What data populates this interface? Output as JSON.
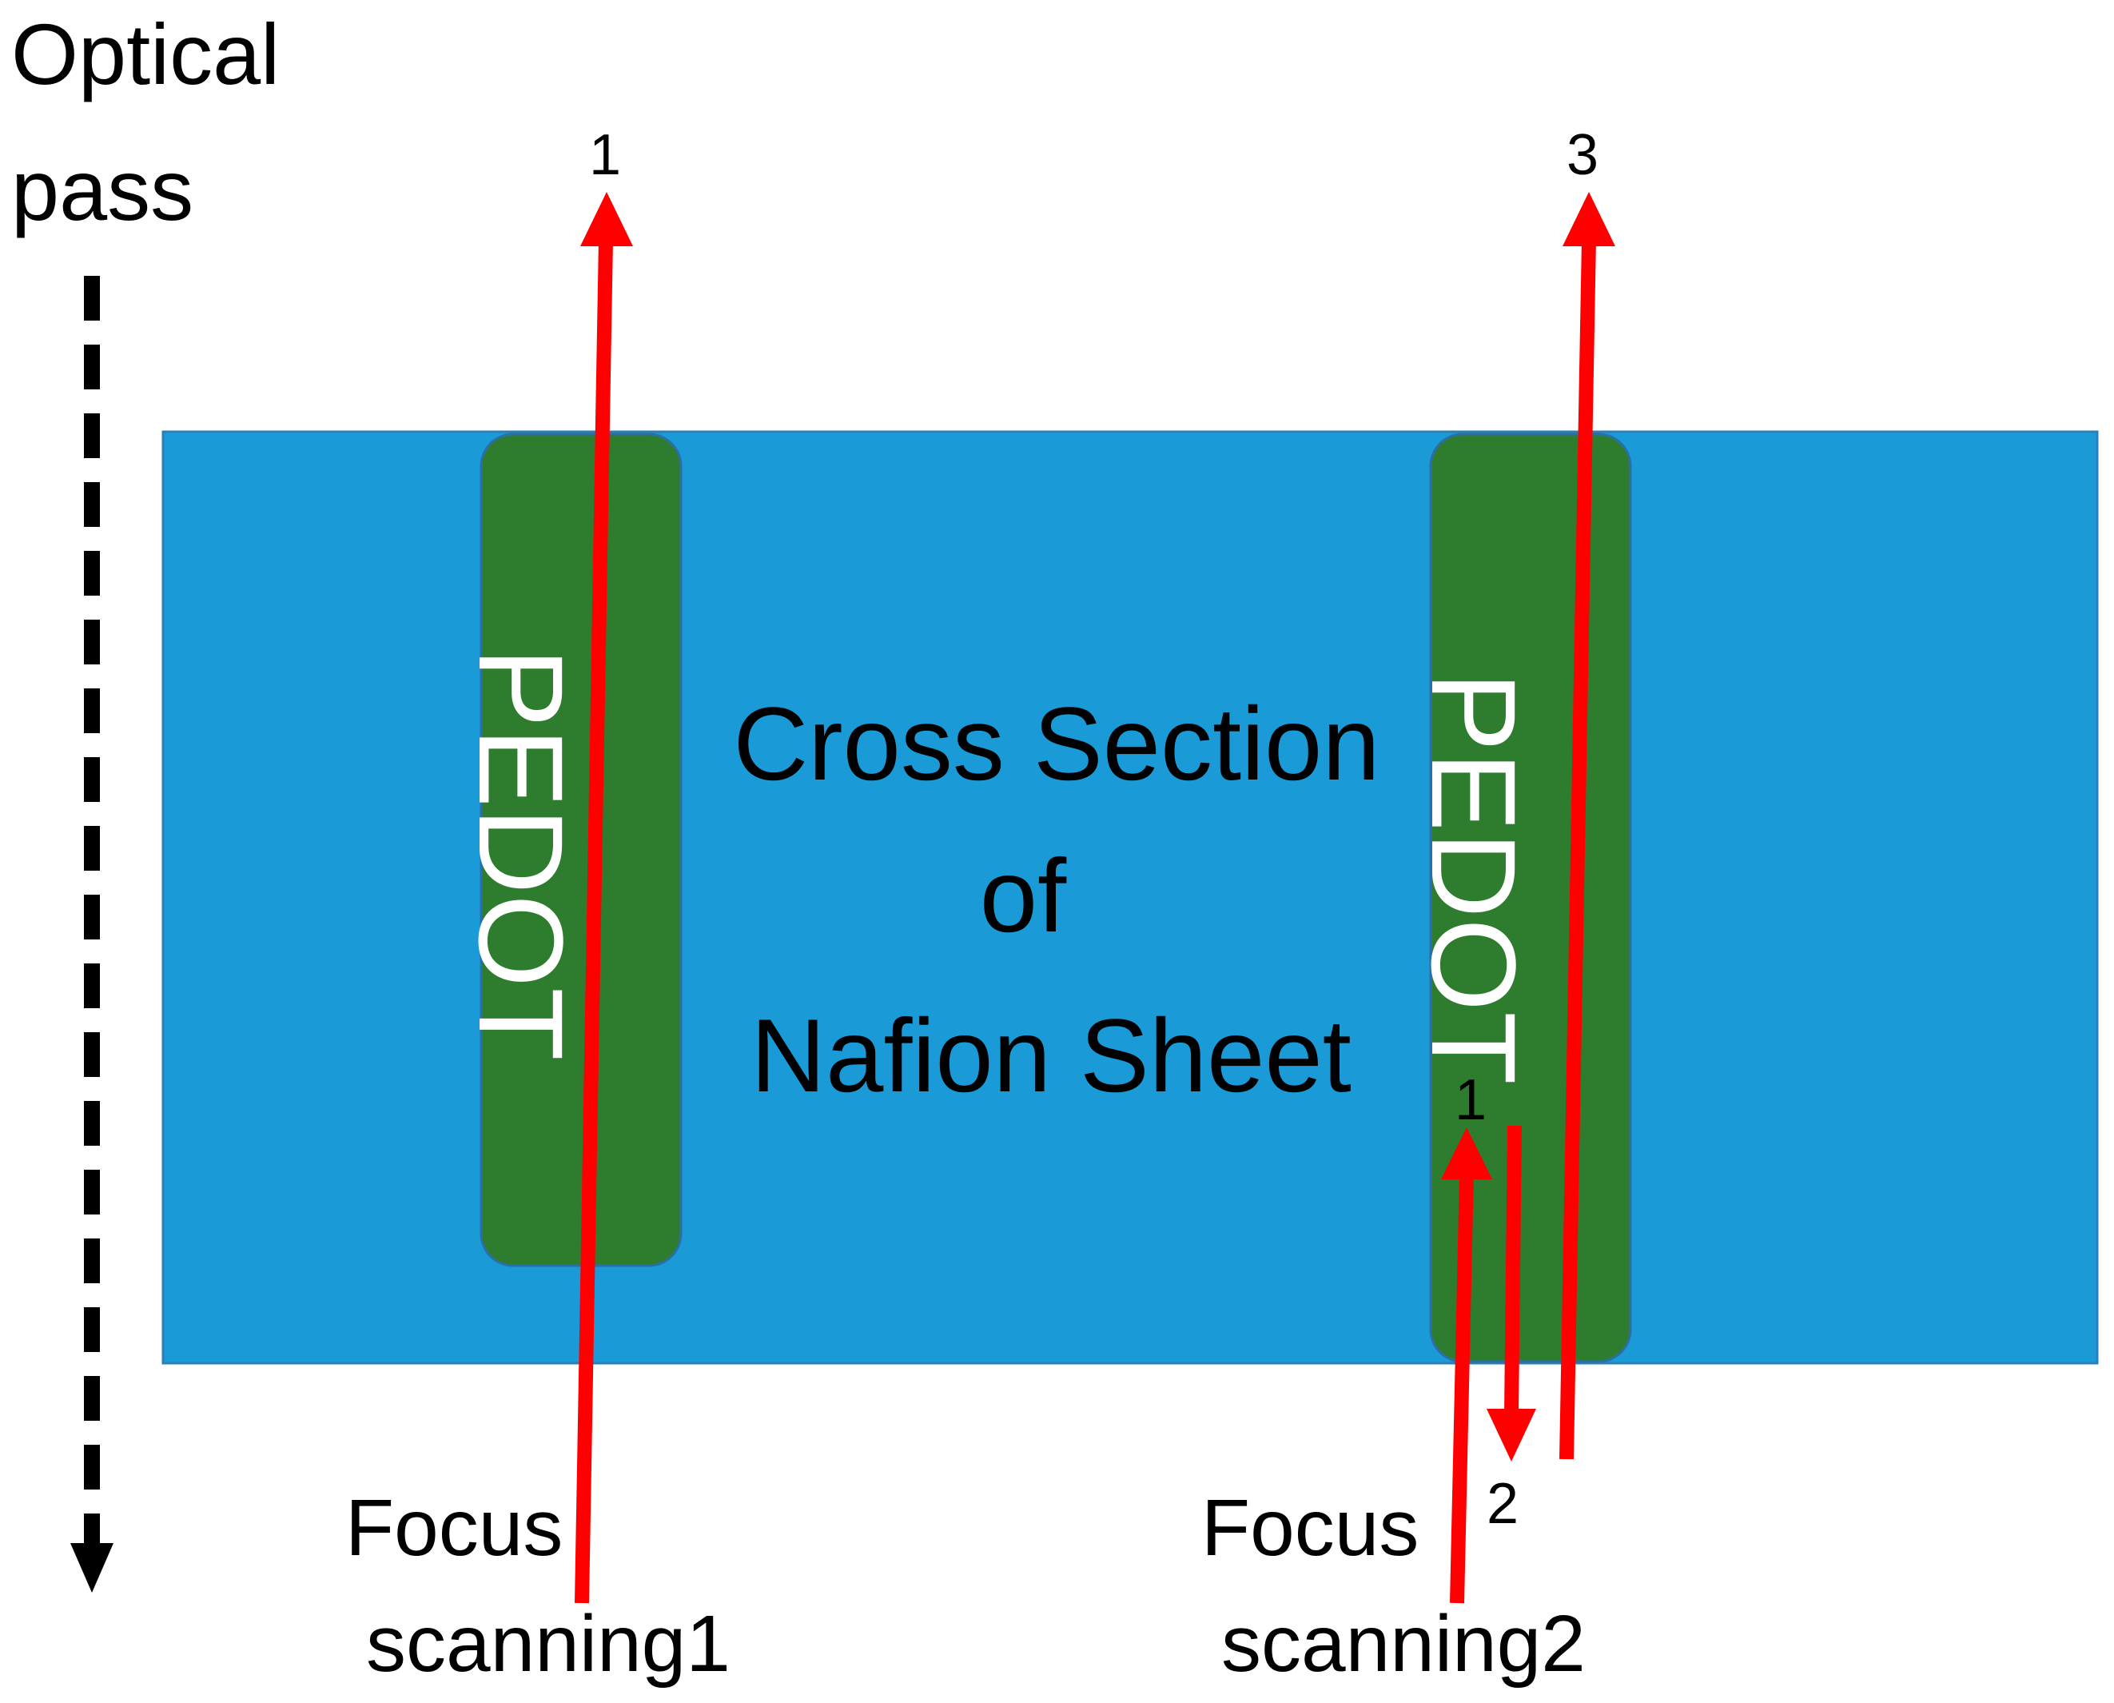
{
  "axis": {
    "label_line1": "Optical",
    "label_line2": "pass"
  },
  "sheet": {
    "title_line1": "Cross Section",
    "title_line2": "of",
    "title_line3": "Nafion Sheet"
  },
  "pedot_left": {
    "label": "PEDOT"
  },
  "pedot_right": {
    "label": "PEDOT"
  },
  "scan1": {
    "label_line1": "Focus",
    "label_line2": "scanning1",
    "arrow_up_label": "1"
  },
  "scan2": {
    "label_line1": "Focus",
    "label_line2": "scanning2",
    "arrow1_label": "1",
    "arrow2_label": "2",
    "arrow3_label": "3"
  },
  "colors": {
    "sheet": "#1a9bd7",
    "pedot": "#2e7d2e",
    "arrow": "#ff0000",
    "axis": "#000000"
  }
}
